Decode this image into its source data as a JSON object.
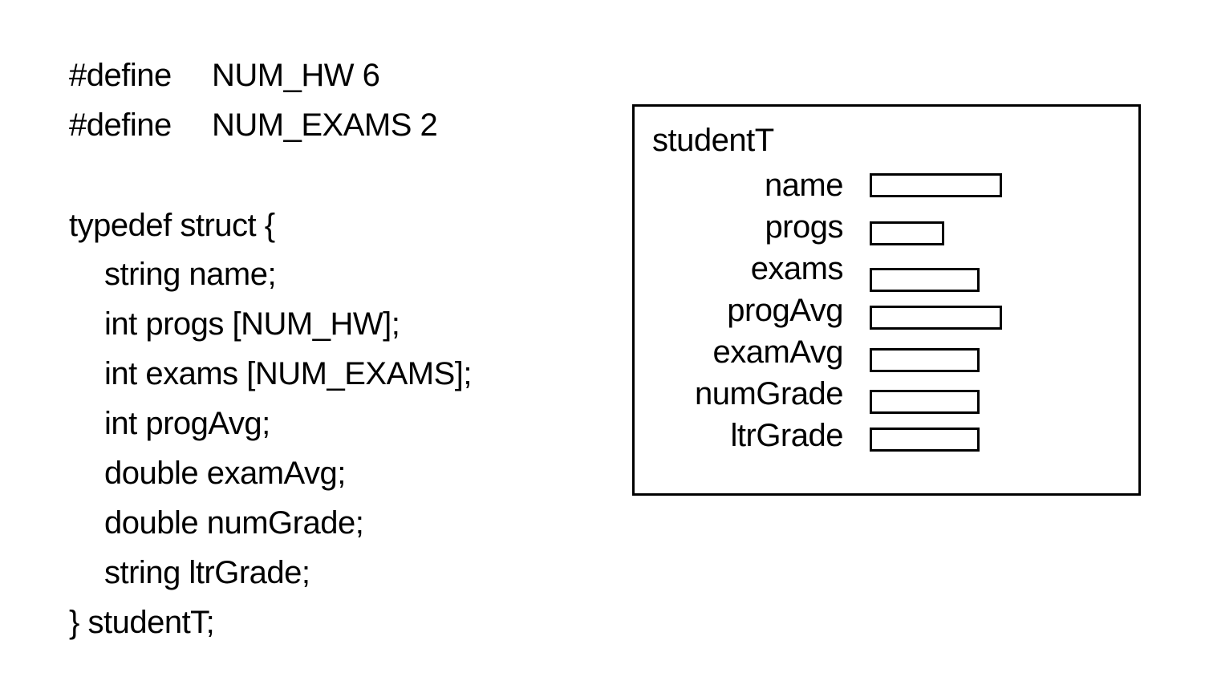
{
  "defines": [
    {
      "keyword": "#define",
      "value": "NUM_HW 6"
    },
    {
      "keyword": "#define",
      "value": "NUM_EXAMS 2"
    }
  ],
  "typedef_open": "typedef struct {",
  "members": [
    "string name;",
    "int progs [NUM_HW];",
    "int exams [NUM_EXAMS];",
    "int progAvg;",
    "double examAvg;",
    "double numGrade;",
    "string ltrGrade;"
  ],
  "typedef_close": "} studentT;",
  "diagram": {
    "title": "studentT",
    "fields": [
      "name",
      "progs",
      "exams",
      "progAvg",
      "examAvg",
      "numGrade",
      "ltrGrade"
    ]
  }
}
